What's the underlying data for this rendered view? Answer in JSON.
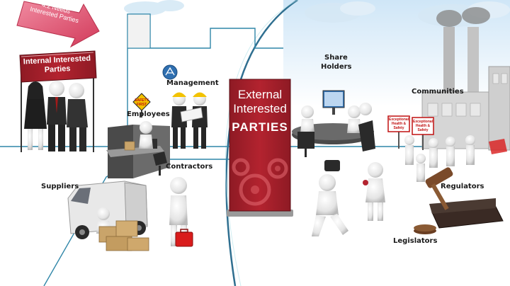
{
  "slide_arrow": {
    "text": "4.2 Needs Interested Parties"
  },
  "internal_banner": {
    "line1": "Internal Interested",
    "line2": "Parties"
  },
  "external_banner": {
    "line1": "External",
    "line2": "Interested",
    "line3": "PARTIES"
  },
  "labels": {
    "management": "Management",
    "employees": "Employees",
    "contractors": "Contractors",
    "suppliers": "Suppliers",
    "share_holders_1": "Share",
    "share_holders_2": "Holders",
    "communities": "Communities",
    "regulators": "Regulators",
    "legislators": "Legislators"
  },
  "signs": {
    "safety_sign": "SAFETY FIRST",
    "protest_sign": "Exceptional Health & Safety"
  },
  "colors": {
    "banner_red": "#b3232f",
    "arrow_pink": "#e0506a",
    "accent_blue": "#2f86a8",
    "helmet_yellow": "#f2c200",
    "toolbox_red": "#d91c1c",
    "box_tan": "#c9a46a"
  }
}
